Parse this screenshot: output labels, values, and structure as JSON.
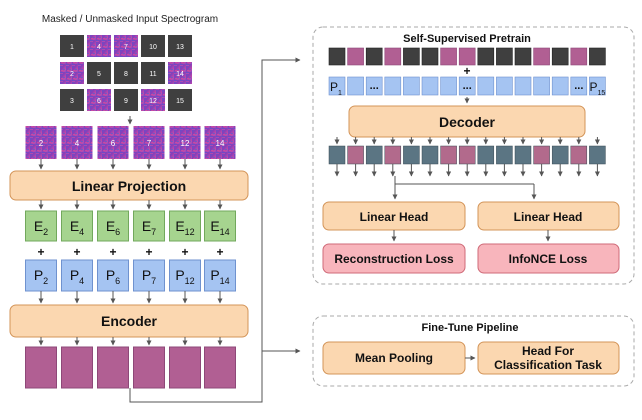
{
  "input": {
    "title": "Masked / Unmasked Input Spectrogram",
    "grid": [
      {
        "label": "1",
        "state": "masked"
      },
      {
        "label": "2",
        "state": "unmasked"
      },
      {
        "label": "3",
        "state": "masked"
      },
      {
        "label": "4",
        "state": "unmasked"
      },
      {
        "label": "5",
        "state": "masked"
      },
      {
        "label": "6",
        "state": "unmasked"
      },
      {
        "label": "7",
        "state": "unmasked"
      },
      {
        "label": "8",
        "state": "masked"
      },
      {
        "label": "9",
        "state": "masked"
      },
      {
        "label": "10",
        "state": "masked"
      },
      {
        "label": "11",
        "state": "masked"
      },
      {
        "label": "12",
        "state": "unmasked"
      },
      {
        "label": "13",
        "state": "masked"
      },
      {
        "label": "14",
        "state": "unmasked"
      },
      {
        "label": "15",
        "state": "masked"
      }
    ]
  },
  "selected_patches": [
    "2",
    "4",
    "6",
    "7",
    "12",
    "14"
  ],
  "linear_projection": "Linear Projection",
  "embeddings": [
    {
      "base": "E",
      "sub": "2"
    },
    {
      "base": "E",
      "sub": "4"
    },
    {
      "base": "E",
      "sub": "6"
    },
    {
      "base": "E",
      "sub": "7"
    },
    {
      "base": "E",
      "sub": "12"
    },
    {
      "base": "E",
      "sub": "14"
    }
  ],
  "positions": [
    {
      "base": "P",
      "sub": "2"
    },
    {
      "base": "P",
      "sub": "4"
    },
    {
      "base": "P",
      "sub": "6"
    },
    {
      "base": "P",
      "sub": "7"
    },
    {
      "base": "P",
      "sub": "12"
    },
    {
      "base": "P",
      "sub": "14"
    }
  ],
  "plus_sign": "+",
  "encoder": "Encoder",
  "pretrain": {
    "title": "Self-Supervised Pretrain",
    "token_pattern": [
      "mask",
      "encoded",
      "mask",
      "encoded",
      "mask",
      "mask",
      "encoded",
      "encoded",
      "mask",
      "mask",
      "mask",
      "encoded",
      "mask",
      "encoded",
      "mask"
    ],
    "pos_first": {
      "base": "P",
      "sub": "1"
    },
    "pos_last": {
      "base": "P",
      "sub": "15"
    },
    "ellipsis": "...",
    "decoder": "Decoder",
    "decoded_pattern": [
      "slate",
      "rose",
      "slate",
      "rose",
      "slate",
      "slate",
      "rose",
      "rose",
      "slate",
      "slate",
      "slate",
      "rose",
      "slate",
      "rose",
      "slate"
    ],
    "heads": [
      {
        "head": "Linear Head",
        "loss": "Reconstruction Loss"
      },
      {
        "head": "Linear Head",
        "loss": "InfoNCE Loss"
      }
    ]
  },
  "finetune": {
    "title": "Fine-Tune Pipeline",
    "pooling": "Mean Pooling",
    "head_line1": "Head For",
    "head_line2": "Classification Task"
  },
  "colors": {
    "masked": "#3f3f3f",
    "encoded": "#b15f93",
    "encoded_dark": "#8e4878",
    "orange_fill": "#fbd7b0",
    "orange_stroke": "#d39458",
    "green_fill": "#a6d48f",
    "green_stroke": "#72a85c",
    "blue_fill": "#a5c4f2",
    "blue_stroke": "#6f92cf",
    "pink_fill": "#f8b5bc",
    "pink_stroke": "#cf6a78",
    "slate": "#5b7583",
    "rose": "#b26a8c",
    "spec_a": "#5b55d0",
    "spec_b": "#8a3fb8",
    "spec_c": "#e04aa0",
    "dashed": "#aaaaaa",
    "arrow": "#555555"
  }
}
